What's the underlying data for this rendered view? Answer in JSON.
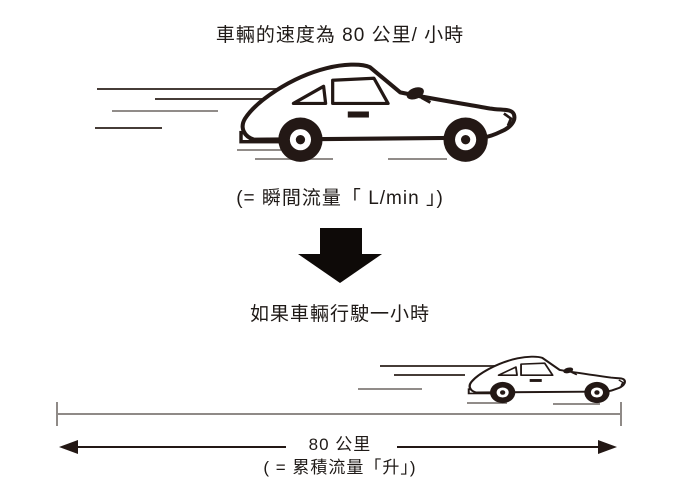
{
  "colors": {
    "ink": "#231815",
    "text": "#1f1a17",
    "arrow-black": "#0e0a08",
    "speed-line-dark": "#463c37",
    "speed-line-gray": "#918c89",
    "road-line": "#8f8a87"
  },
  "top_section": {
    "title": "車輛的速度為 80 公里/ 小時",
    "caption": "(= 瞬間流量「 L/min 」)"
  },
  "transition": {
    "label": "如果車輛行駛一小時"
  },
  "bottom_section": {
    "distance_label": "80 公里",
    "caption": "( = 累積流量「升」)"
  },
  "illustrations": {
    "large_car": "sports-car-side-view-moving-right",
    "small_car": "sports-car-side-view-moving-right",
    "down_arrow": "solid-black-down-arrow",
    "distance_arrow": "double-headed-horizontal-arrow"
  }
}
